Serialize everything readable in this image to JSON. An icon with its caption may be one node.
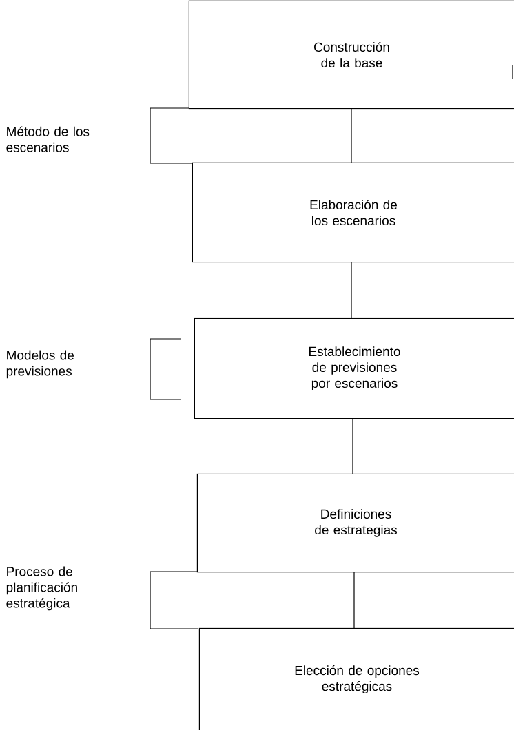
{
  "diagram": {
    "nodes": [
      {
        "text": [
          "Construcción de la base"
        ]
      },
      {
        "text": [
          "Elaboración de los escenarios"
        ]
      },
      {
        "text": [
          "Establecimiento de previsiones por escenarios"
        ]
      },
      {
        "text": [
          "Definiciones de estrategias"
        ]
      },
      {
        "text": [
          "Elección de opciones estratégicas"
        ]
      }
    ],
    "edges": [
      {
        "from": 0,
        "to": 1,
        "arrow": "none"
      },
      {
        "from": 1,
        "to": 2,
        "arrow": "none"
      },
      {
        "from": 2,
        "to": 3,
        "arrow": "none"
      },
      {
        "from": 3,
        "to": 4,
        "arrow": "none"
      }
    ],
    "labels": [
      "Método de los escenarios",
      "Modelos de previsiones",
      "Proceso de planificación estratégica"
    ]
  }
}
